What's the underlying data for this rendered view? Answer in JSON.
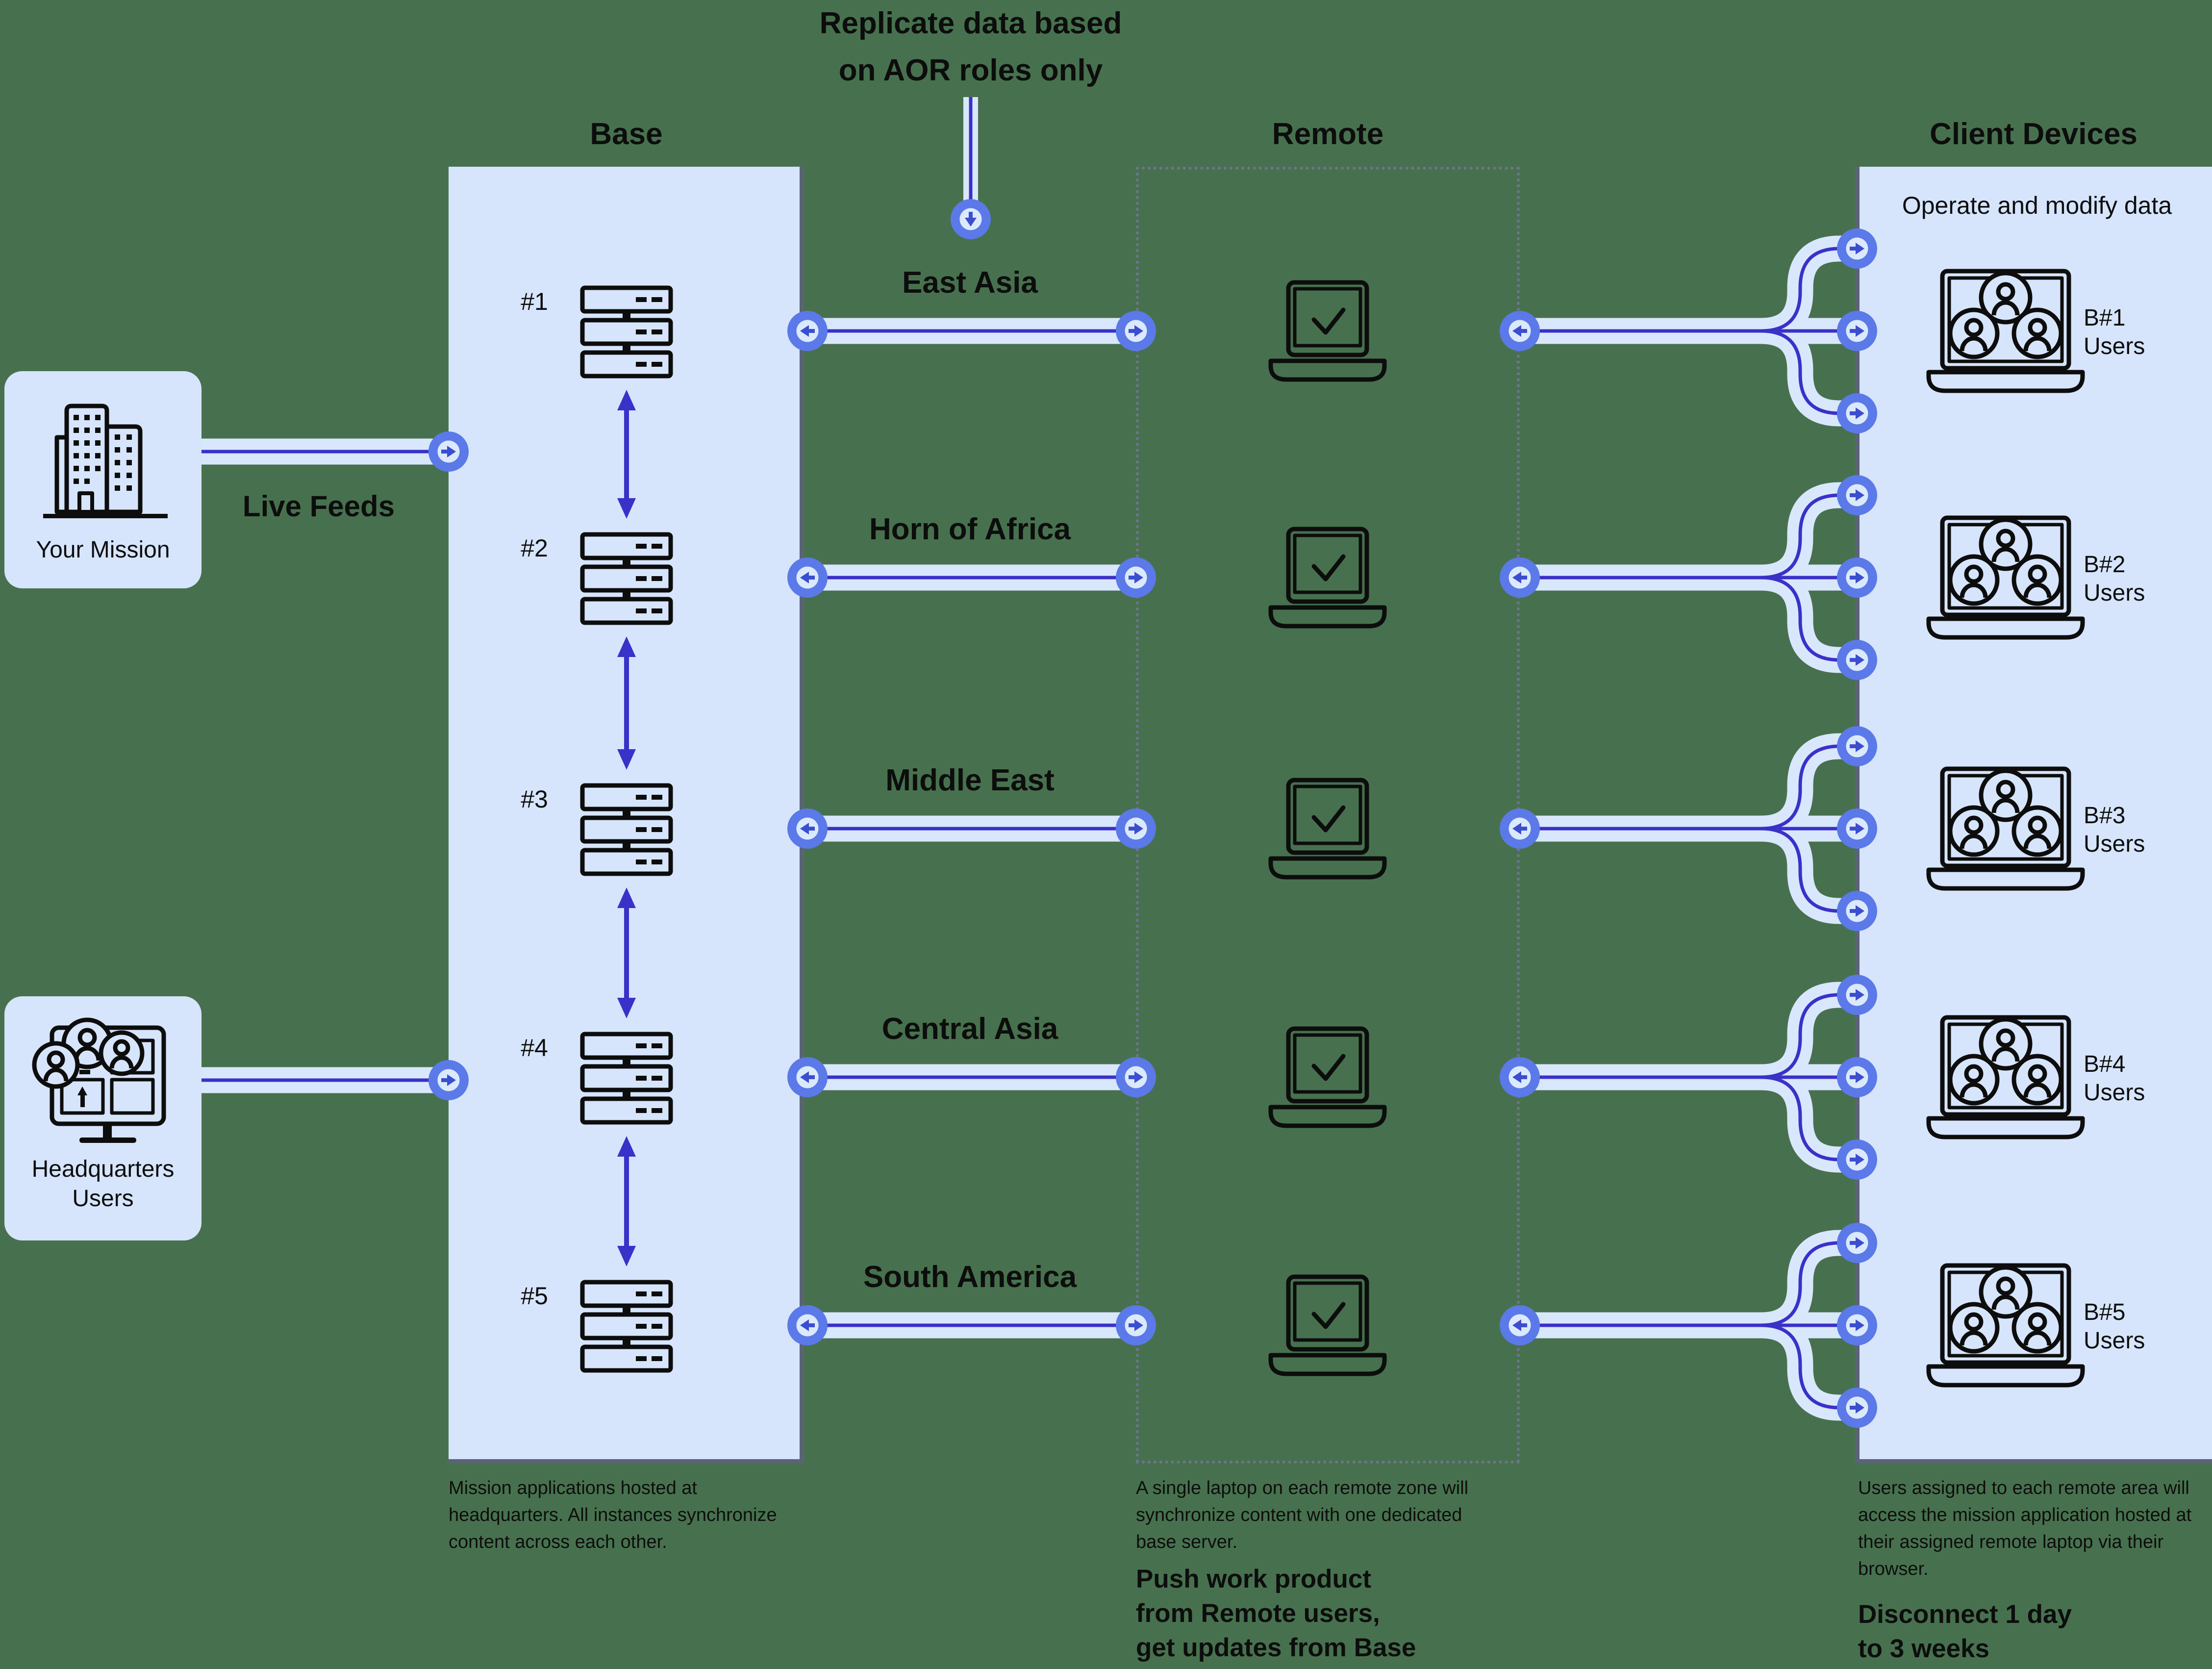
{
  "top_note": {
    "line1": "Replicate data based",
    "line2": "on AOR roles only"
  },
  "columns": {
    "base": {
      "header": "Base"
    },
    "remote": {
      "header": "Remote"
    },
    "client": {
      "header": "Client Devices",
      "subheader": "Operate and modify data"
    }
  },
  "sources": {
    "mission": {
      "label": "Your Mission"
    },
    "live_feeds": "Live Feeds",
    "hq": {
      "line1": "Headquarters",
      "line2": "Users"
    }
  },
  "rows": [
    {
      "server": "#1",
      "region": "East Asia",
      "client_id": "B#1",
      "client_users": "Users"
    },
    {
      "server": "#2",
      "region": "Horn of Africa",
      "client_id": "B#2",
      "client_users": "Users"
    },
    {
      "server": "#3",
      "region": "Middle East",
      "client_id": "B#3",
      "client_users": "Users"
    },
    {
      "server": "#4",
      "region": "Central Asia",
      "client_id": "B#4",
      "client_users": "Users"
    },
    {
      "server": "#5",
      "region": "South America",
      "client_id": "B#5",
      "client_users": "Users"
    }
  ],
  "notes": {
    "base": {
      "lines": [
        "Mission applications hosted at",
        "headquarters. All instances synchronize",
        "content across each other."
      ]
    },
    "remote": {
      "lines": [
        "A single laptop on each remote zone will",
        "synchronize content with one dedicated",
        "base server."
      ],
      "bold": [
        "Push work product",
        "from Remote users,",
        "get updates from Base"
      ]
    },
    "client": {
      "lines": [
        "Users assigned to each remote area will",
        "access the mission application hosted at",
        "their assigned remote laptop via their",
        "browser."
      ],
      "bold": [
        "Disconnect 1 day",
        "to 3 weeks"
      ]
    }
  },
  "colors": {
    "background": "#47714e",
    "panel": "#d6e5fc",
    "connector_band": "#d9e7fd",
    "connector_line": "#3a31c8",
    "node_fill": "#5b79e8",
    "node_inner": "#dbe9fd",
    "node_arrow": "#3b4ed0",
    "panel_edge": "#5b6476",
    "dotted_border": "#6e7590",
    "icon_stroke": "#0d0d0d"
  }
}
